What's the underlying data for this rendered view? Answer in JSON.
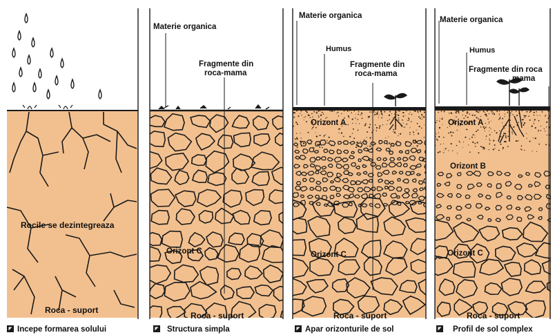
{
  "colors": {
    "soil": "#F2C08F",
    "line": "#1a1a1a",
    "background": "#ffffff"
  },
  "panels": [
    {
      "caption": "Incepe formarea solului",
      "labels": {
        "rock": "Rocile se dezintegreaza",
        "bedrock": "Roca - suport"
      }
    },
    {
      "caption": "Structura simpla",
      "labels": {
        "organic": "Materie organica",
        "fragments_l1": "Fragmente din",
        "fragments_l2": "roca-mama",
        "horizon_c": "Orizont C",
        "bedrock": "Roca - suport"
      }
    },
    {
      "caption": "Apar orizonturile de sol",
      "labels": {
        "organic": "Materie organica",
        "humus": "Humus",
        "fragments_l1": "Fragmente din",
        "fragments_l2": "roca-mama",
        "horizon_a": "Orizont A",
        "horizon_c": "Orizont C",
        "bedrock": "Roca - suport"
      }
    },
    {
      "caption": "Profil de sol complex",
      "labels": {
        "organic": "Materie organica",
        "humus": "Humus",
        "fragments_l1": "Fragmente din roca",
        "fragments_l2": "mama",
        "horizon_a": "Orizont A",
        "horizon_b": "Orizont B",
        "horizon_c": "Orizont C",
        "bedrock": "Roca - suport"
      }
    }
  ],
  "caption_icon": "film-frame-icon"
}
